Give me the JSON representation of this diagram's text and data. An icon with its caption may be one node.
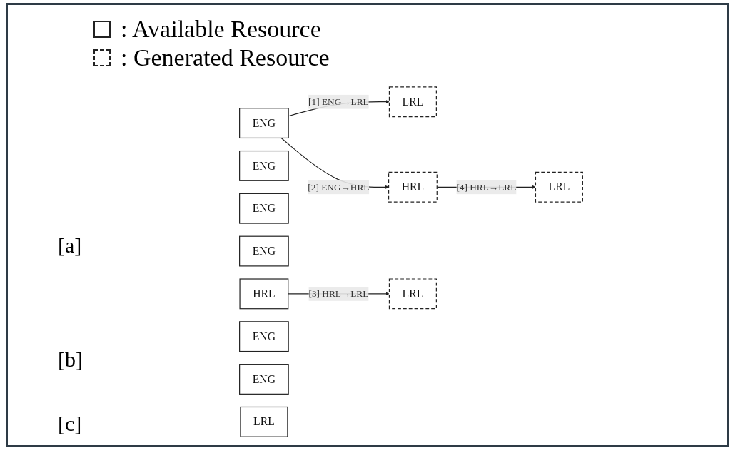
{
  "diagram": {
    "nodes": [
      {
        "text": [
          "ENG"
        ]
      },
      {
        "text": [
          "LRL"
        ]
      },
      {
        "text": [
          "ENG"
        ]
      },
      {
        "text": [
          "HRL"
        ]
      },
      {
        "text": [
          "LRL"
        ]
      },
      {
        "text": [
          "ENG"
        ]
      },
      {
        "text": [
          "ENG"
        ]
      },
      {
        "text": [
          "HRL"
        ]
      },
      {
        "text": [
          "LRL"
        ]
      },
      {
        "text": [
          "ENG"
        ]
      },
      {
        "text": [
          "ENG"
        ]
      },
      {
        "text": [
          "LRL"
        ]
      }
    ],
    "edges": [
      {
        "from": 0,
        "to": 1,
        "arrow": "to",
        "label": "[1] ENG→LRL"
      },
      {
        "from": 0,
        "to": 3,
        "arrow": "to",
        "label": "[2] ENG→HRL"
      },
      {
        "from": 3,
        "to": 4,
        "arrow": "to",
        "label": "[4] HRL→LRL"
      },
      {
        "from": 7,
        "to": 8,
        "arrow": "to",
        "label": "[3] HRL→LRL"
      }
    ],
    "labels": [
      "[a]",
      "[b]",
      "[c]"
    ],
    "legend": [
      {
        "text": ": Available Resource"
      },
      {
        "text": ": Generated Resource"
      }
    ]
  }
}
